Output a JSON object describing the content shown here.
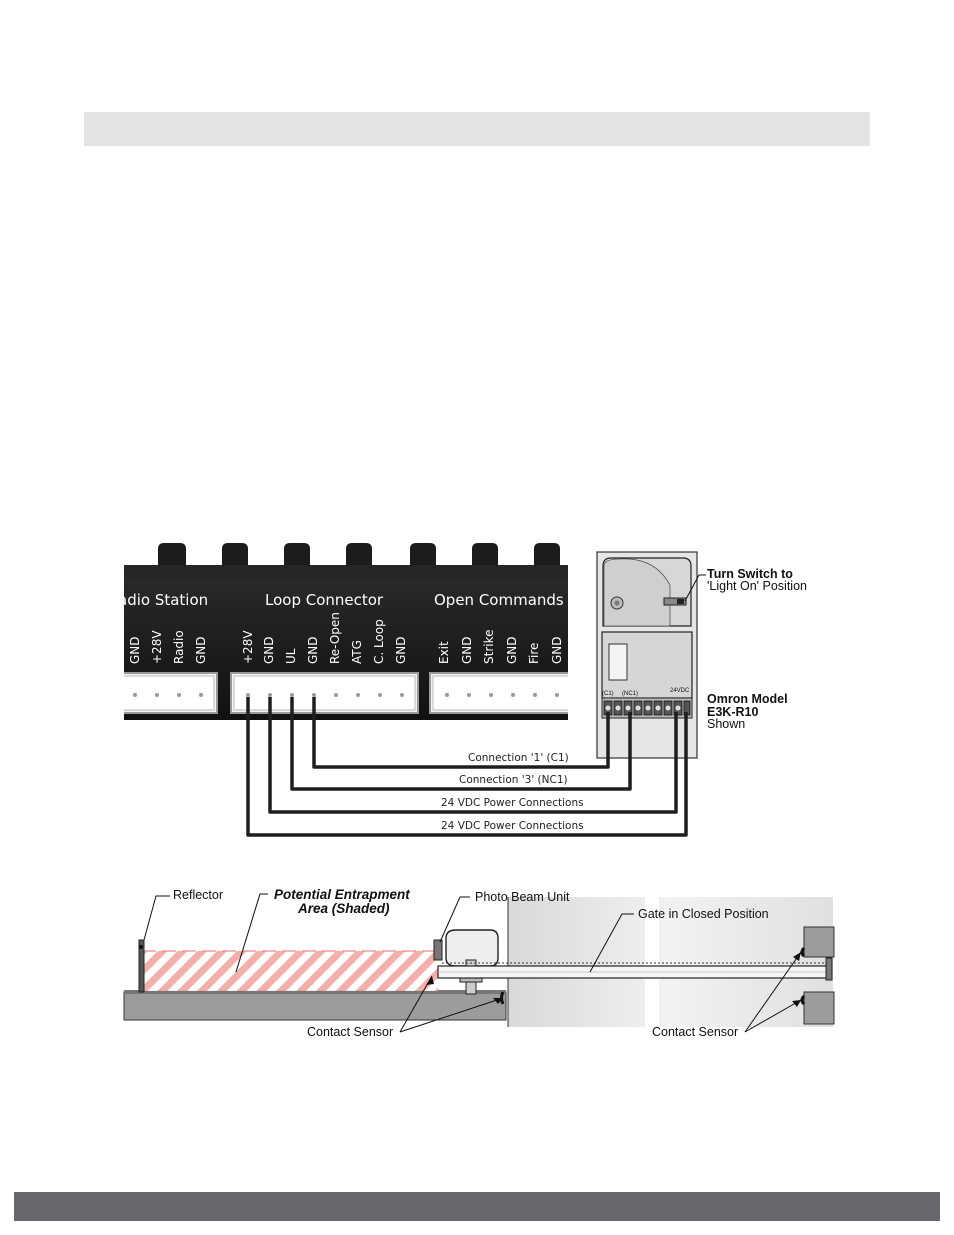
{
  "board": {
    "groups": [
      {
        "name": "adio Station",
        "pins": [
          "GND",
          "+28V",
          "Radio",
          "GND"
        ]
      },
      {
        "name": "Loop Connector",
        "pins": [
          "+28V",
          "GND",
          "UL",
          "GND",
          "Re-Open",
          "ATG",
          "C. Loop",
          "GND"
        ]
      },
      {
        "name": "Open Commands",
        "pins": [
          "Exit",
          "GND",
          "Strike",
          "GND",
          "Fire",
          "GND"
        ]
      }
    ]
  },
  "sensor": {
    "switch_title": "Turn Switch to",
    "switch_subtitle": "'Light On' Position",
    "model_line1": "Omron Model",
    "model_line2": "E3K-R10",
    "model_line3": "Shown",
    "terminal_labels": [
      "(C1)",
      "(NC1)",
      "24VDC"
    ]
  },
  "wires": [
    {
      "label": "Connection '1' (C1)"
    },
    {
      "label": "Connection '3' (NC1)"
    },
    {
      "label": "24 VDC Power Connections"
    },
    {
      "label": "24 VDC Power Connections"
    }
  ],
  "gate_diagram": {
    "reflector": "Reflector",
    "entrapment_line1": "Potential Entrapment",
    "entrapment_line2": "Area (Shaded)",
    "photo_beam": "Photo Beam Unit",
    "gate_closed": "Gate in Closed Position",
    "contact_sensor_left": "Contact Sensor",
    "contact_sensor_right": "Contact Sensor"
  },
  "colors": {
    "board": "#1c1c1c",
    "header_bar": "#e2e3e5",
    "footer_bar": "#67686b",
    "entrapment_stripe": "#f4a6a0"
  }
}
